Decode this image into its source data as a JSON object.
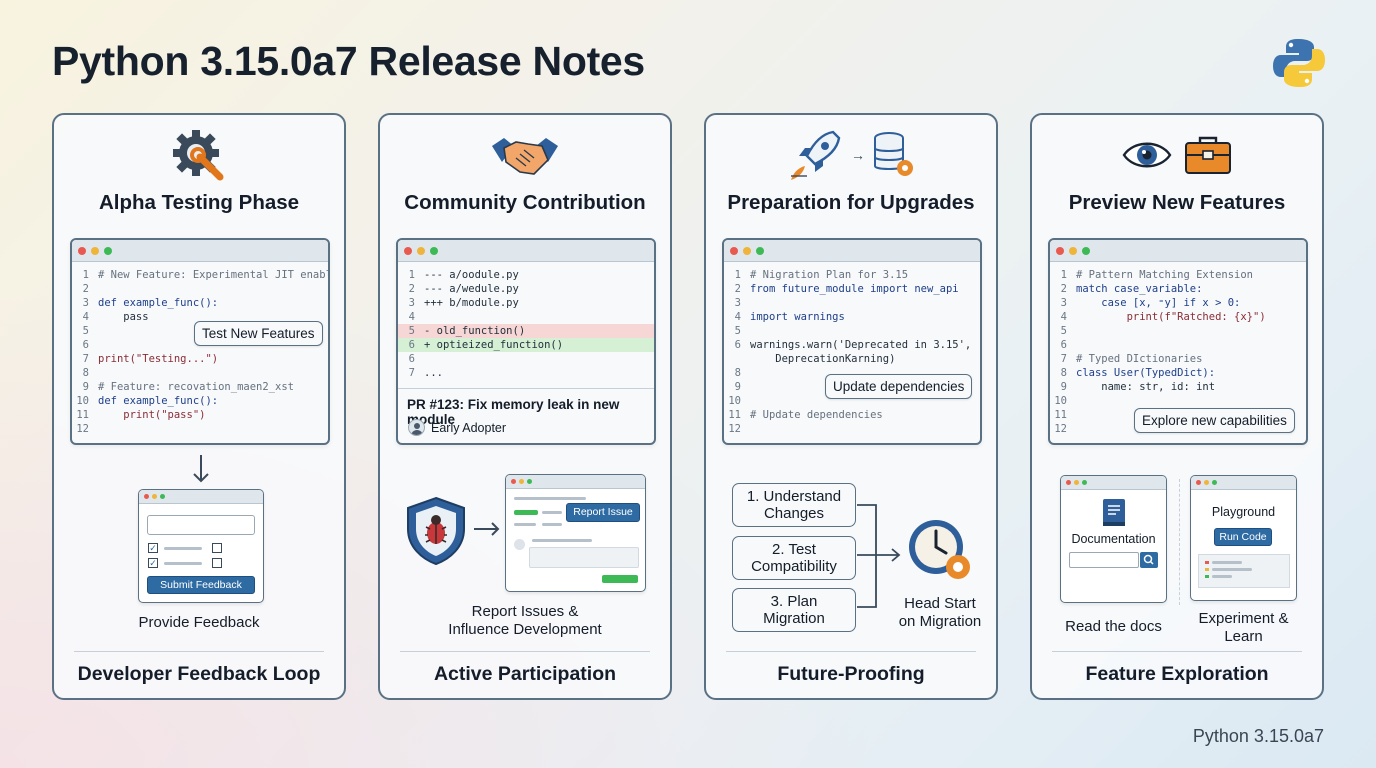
{
  "title": "Python 3.15.0a7 Release Notes",
  "footer_version": "Python 3.15.0a7",
  "icons": {
    "logo": "python-logo"
  },
  "colors": {
    "accent_blue": "#2e6ba3",
    "border": "#5a7184",
    "diff_del": "#f7d6d6",
    "diff_add": "#d5f0d4"
  },
  "cards": [
    {
      "title": "Alpha Testing Phase",
      "footer": "Developer Feedback Loop",
      "icons": [
        "gear-wrench-icon"
      ],
      "code": [
        {
          "n": "1",
          "t": "# New Feature: Experimental JIT enabled"
        },
        {
          "n": "2",
          "t": ""
        },
        {
          "n": "3",
          "t": "def example_func():"
        },
        {
          "n": "4",
          "t": "    pass"
        },
        {
          "n": "5",
          "t": ""
        },
        {
          "n": "6",
          "t": ""
        },
        {
          "n": "7",
          "t": "print(\"Testing...\")"
        },
        {
          "n": "8",
          "t": ""
        },
        {
          "n": "9",
          "t": "# Feature: recovation_maen2_xst"
        },
        {
          "n": "10",
          "t": "def example_func():"
        },
        {
          "n": "11",
          "t": "    print(\"pass\")"
        },
        {
          "n": "12",
          "t": ""
        }
      ],
      "tag": "Test New Features",
      "submit_label": "Submit Feedback",
      "caption": "Provide Feedback"
    },
    {
      "title": "Community Contribution",
      "footer": "Active Participation",
      "icons": [
        "handshake-icon"
      ],
      "code": [
        {
          "n": "1",
          "t": "--- a/oodule.py"
        },
        {
          "n": "2",
          "t": "--- a/wedule.py"
        },
        {
          "n": "3",
          "t": "+++ b/module.py"
        },
        {
          "n": "4",
          "t": ""
        },
        {
          "n": "5",
          "t": "- old_function()"
        },
        {
          "n": "6",
          "t": "+ optieized_function()"
        },
        {
          "n": "6",
          "t": ""
        },
        {
          "n": "7",
          "t": "..."
        }
      ],
      "pr_title": "PR #123: Fix memory leak in new module",
      "pr_author": "Early Adopter",
      "report_label": "Report Issue",
      "caption_lines": [
        "Report Issues &",
        "Influence Development"
      ]
    },
    {
      "title": "Preparation for Upgrades",
      "footer": "Future-Proofing",
      "icons": [
        "rocket-icon",
        "database-gear-icon"
      ],
      "code": [
        {
          "n": "1",
          "t": "# Nigration Plan for 3.15"
        },
        {
          "n": "2",
          "t": "from future_module import new_api"
        },
        {
          "n": "3",
          "t": ""
        },
        {
          "n": "4",
          "t": "import warnings"
        },
        {
          "n": "5",
          "t": ""
        },
        {
          "n": "6",
          "t": "warnings.warn('Deprecated in 3.15',"
        },
        {
          "n": "",
          "t": "    DeprecationKarning)"
        },
        {
          "n": "8",
          "t": ""
        },
        {
          "n": "9",
          "t": ""
        },
        {
          "n": "10",
          "t": ""
        },
        {
          "n": "11",
          "t": "# Update dependencies"
        },
        {
          "n": "12",
          "t": ""
        }
      ],
      "tag": "Update dependencies",
      "steps": [
        [
          "1. Understand",
          "Changes"
        ],
        [
          "2. Test",
          "Compatibility"
        ],
        [
          "3. Plan",
          "Migration"
        ]
      ],
      "headstart_lines": [
        "Head Start",
        "on Migration"
      ]
    },
    {
      "title": "Preview New Features",
      "footer": "Feature Exploration",
      "icons": [
        "eye-icon",
        "toolbox-icon"
      ],
      "code": [
        {
          "n": "1",
          "t": "# Pattern Matching Extension"
        },
        {
          "n": "2",
          "t": "match case_variable:"
        },
        {
          "n": "3",
          "t": "    case [x, ⁼y] if x > 0:"
        },
        {
          "n": "4",
          "t": "        print(f\"Ratched: {x}\")"
        },
        {
          "n": "5",
          "t": ""
        },
        {
          "n": "6",
          "t": ""
        },
        {
          "n": "7",
          "t": "# Typed DIctionaries"
        },
        {
          "n": "8",
          "t": "class User(TypedDict):"
        },
        {
          "n": "9",
          "t": "    name: str, id: int"
        },
        {
          "n": "10",
          "t": ""
        },
        {
          "n": "11",
          "t": ""
        },
        {
          "n": "12",
          "t": ""
        }
      ],
      "tag": "Explore new capabilities",
      "docs_label": "Documentation",
      "docs_caption": "Read the docs",
      "playground_label": "Playground",
      "run_label": "Run Code",
      "experiment_lines": [
        "Experiment &",
        "Learn"
      ]
    }
  ]
}
